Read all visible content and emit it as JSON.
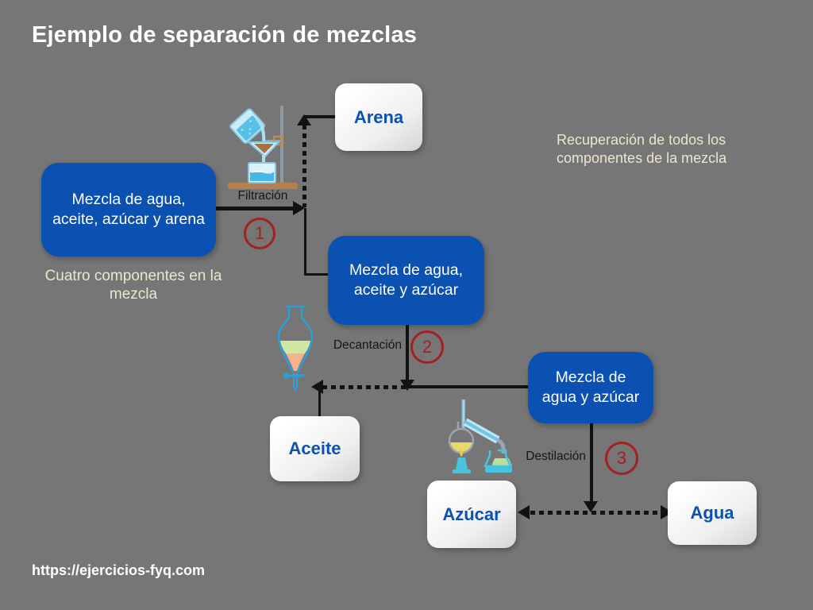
{
  "title": "Ejemplo de separación de mezclas",
  "notes": {
    "left": "Cuatro componentes en la mezcla",
    "right": "Recuperación de todos los componentes de la mezcla"
  },
  "footer": {
    "url": "https://ejercicios-fyq.com"
  },
  "mixtures": [
    {
      "label": "Mezcla de agua, aceite, azúcar y arena"
    },
    {
      "label": "Mezcla de agua, aceite y azúcar"
    },
    {
      "label": "Mezcla de agua y azúcar"
    }
  ],
  "products": [
    {
      "label": "Arena"
    },
    {
      "label": "Aceite"
    },
    {
      "label": "Azúcar"
    },
    {
      "label": "Agua"
    }
  ],
  "processes": [
    {
      "label": "Filtración",
      "step": "1",
      "icon": "filtration-apparatus-icon"
    },
    {
      "label": "Decantación",
      "step": "2",
      "icon": "separating-funnel-icon"
    },
    {
      "label": "Destilación",
      "step": "3",
      "icon": "distillation-apparatus-icon"
    }
  ],
  "colors": {
    "background": "#767676",
    "mixture_box": "#0b51b2",
    "product_text": "#0b51b2",
    "note_text": "#ece6ce",
    "step_circle": "#a32121",
    "line": "#121212",
    "title_text": "#ffffff"
  }
}
